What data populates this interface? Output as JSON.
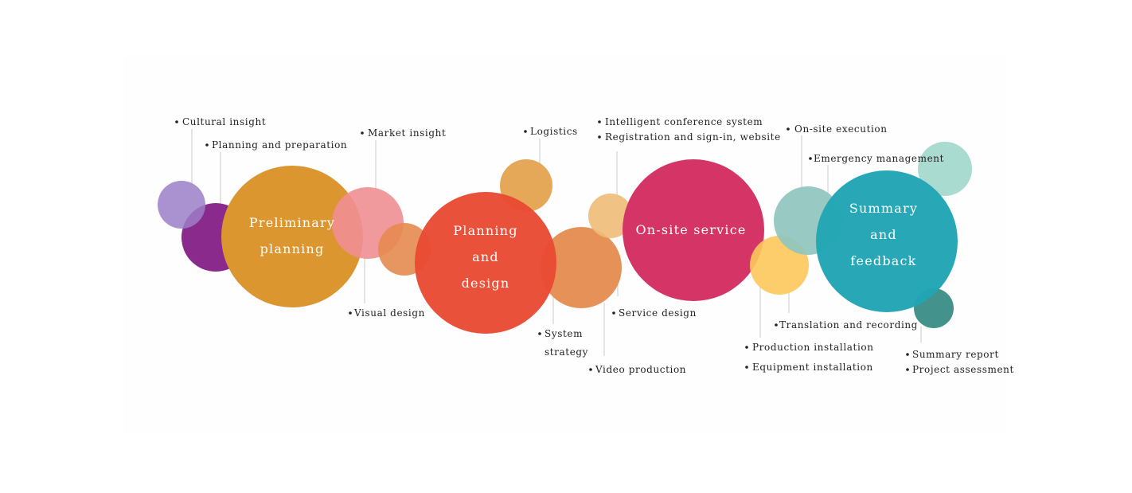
{
  "stages": [
    {
      "lines": [
        "Preliminary",
        "planning"
      ],
      "color": "#dc962f"
    },
    {
      "lines": [
        "Planning",
        "and",
        "design"
      ],
      "color": "#e94a32"
    },
    {
      "lines": [
        "On-site service"
      ],
      "color": "#d53466"
    },
    {
      "lines": [
        "Summary",
        "and",
        "feedback"
      ],
      "color": "#21a5b4"
    }
  ],
  "items": [
    "Cultural insight",
    "Planning and preparation",
    "Market insight",
    "Visual design",
    "Logistics",
    "System",
    "strategy",
    "Intelligent conference system",
    "Registration and sign-in, website",
    "Service design",
    "Video production",
    "On-site execution",
    "Emergency management",
    "Translation and recording",
    "Production installation",
    "Equipment installation",
    "Summary report",
    "Project assessment"
  ],
  "colors": {
    "purple_light": "#9b7ec8",
    "purple_dark": "#8a2a8c",
    "orange": "#dc962f",
    "pink": "#ef8f93",
    "orange_small": "#e58b50",
    "red": "#e94a32",
    "gold_small": "#e5a858",
    "peach": "#e69158",
    "peach_light": "#eebc78",
    "magenta": "#d53466",
    "sage": "#8fc6be",
    "yellow": "#fdc85c",
    "teal": "#21a5b4",
    "mint": "#aadbd1",
    "dark_teal": "#2f8680"
  }
}
